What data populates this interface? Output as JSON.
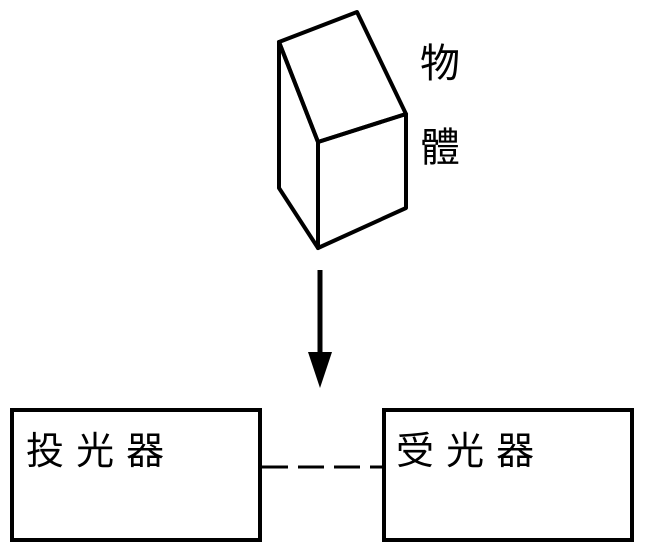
{
  "object": {
    "label_char_1": "物",
    "label_char_2": "體"
  },
  "emitter": {
    "label": "投 光 器"
  },
  "receiver": {
    "label": "受 光 器"
  },
  "colors": {
    "ink": "#000000",
    "background": "#ffffff"
  }
}
